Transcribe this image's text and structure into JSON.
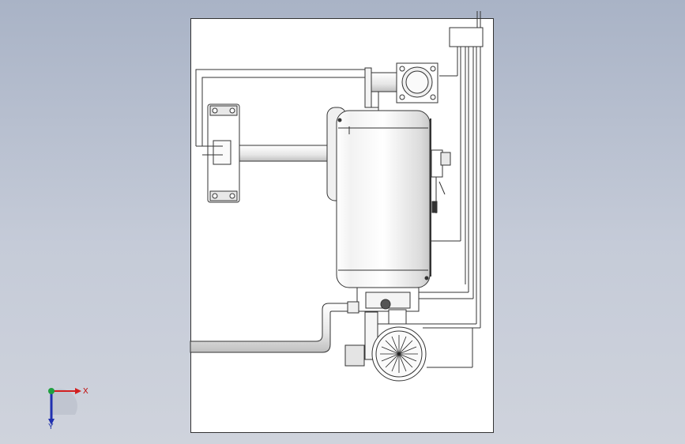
{
  "viewport": {
    "background": "#b7bfcf",
    "sheet_color": "#ffffff"
  },
  "triad": {
    "x_label": "X",
    "y_label": "Y",
    "x_color": "#d22020",
    "y_color": "#2030b0",
    "origin_color": "#20a040"
  },
  "components": [
    "tank-body",
    "top-flange-valve",
    "side-shaft-housing",
    "pipe-bundle",
    "motor-fan",
    "bottom-outlet-pipe",
    "control-box"
  ]
}
